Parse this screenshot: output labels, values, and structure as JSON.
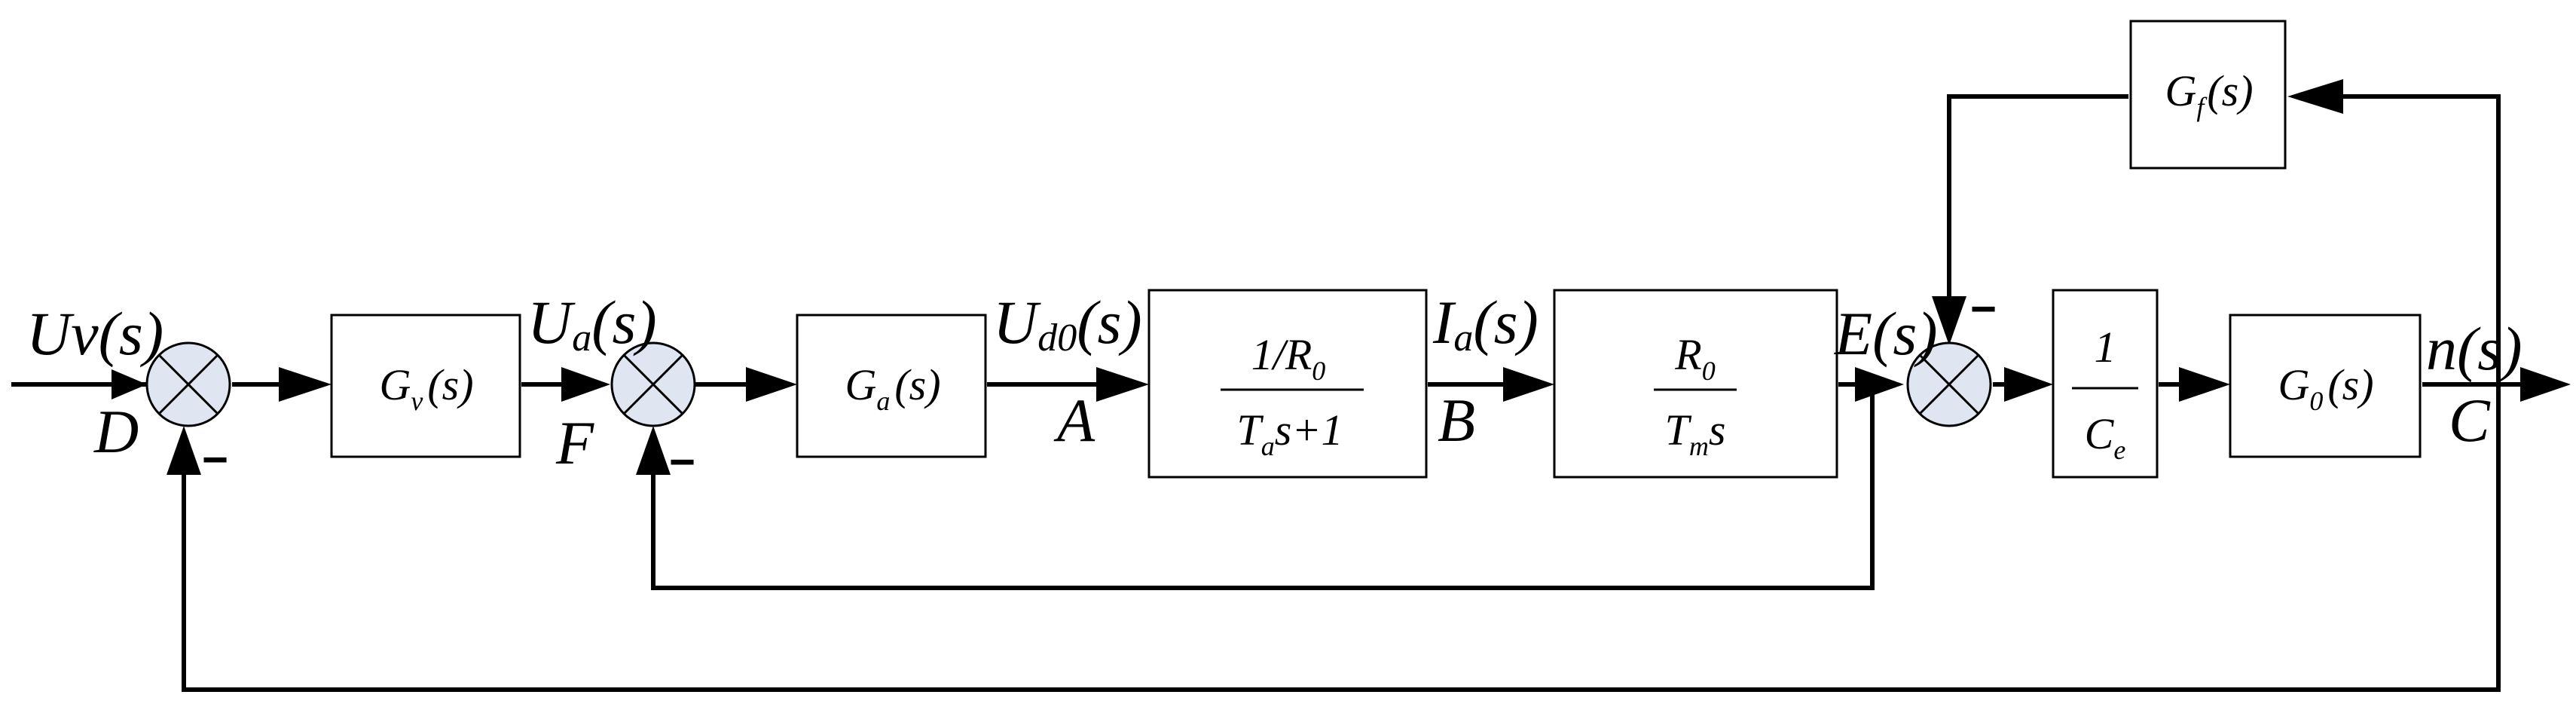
{
  "signals": {
    "uv": "Uv(s)",
    "ua": "U",
    "ua_sub": "a",
    "ua_arg": "(s)",
    "ud0": "U",
    "ud0_sub": "d0",
    "ud0_arg": "(s)",
    "ia": "I",
    "ia_sub": "a",
    "ia_arg": "(s)",
    "e": "E(s)",
    "n": "n(s)"
  },
  "nodes": {
    "d": "D",
    "f": "F",
    "a": "A",
    "b": "B",
    "c": "C"
  },
  "minus_sign": "−",
  "blocks": {
    "gv": {
      "main": "G",
      "sub": "v",
      "arg": "(s)"
    },
    "ga": {
      "main": "G",
      "sub": "a",
      "arg": "(s)"
    },
    "armature": {
      "num_main": "1/R",
      "num_sub": "0",
      "den_main": "T",
      "den_sub": "a",
      "den_rest": "s+1"
    },
    "motor": {
      "num_main": "R",
      "num_sub": "0",
      "den_main": "T",
      "den_sub": "m",
      "den_rest": "s"
    },
    "ce": {
      "num": "1",
      "den_main": "C",
      "den_sub": "e"
    },
    "g0": {
      "main": "G",
      "sub": "0",
      "arg": "(s)"
    },
    "gf": {
      "main": "G",
      "sub": "f",
      "arg": "(s)"
    }
  }
}
